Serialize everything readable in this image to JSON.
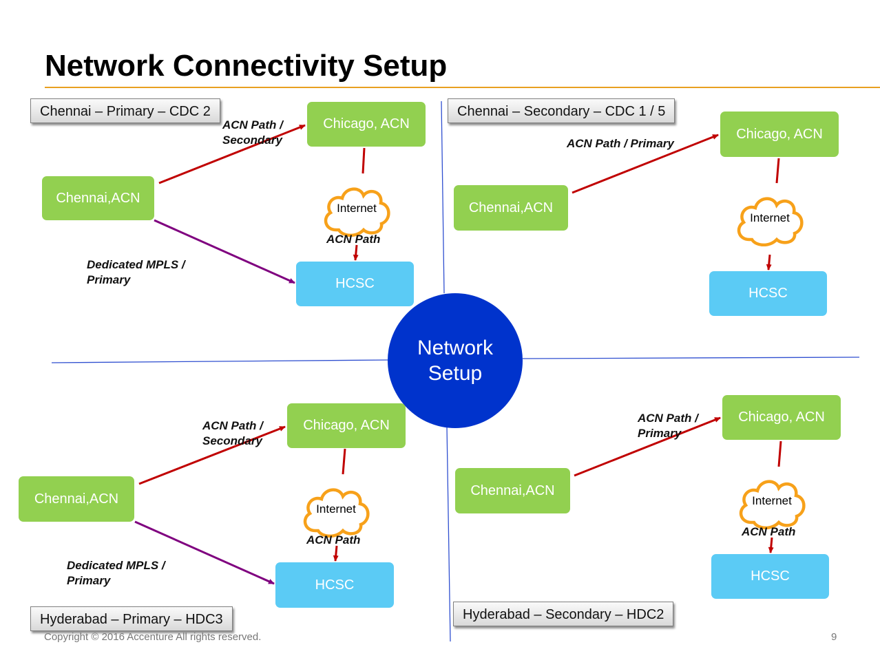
{
  "slide": {
    "title": "Network Connectivity Setup",
    "footer": "Copyright © 2016 Accenture  All rights reserved.",
    "page_number": "9"
  },
  "center": {
    "line1": "Network",
    "line2": "Setup"
  },
  "quadrants": {
    "top_left": {
      "label": "Chennai – Primary – CDC 2",
      "source": "Chennai,ACN",
      "gateway": "Chicago, ACN",
      "cloud": "Internet",
      "target": "HCSC",
      "gateway_path": "ACN Path /\nSecondary",
      "internet_path": "ACN Path",
      "mpls_path": "Dedicated MPLS /\nPrimary"
    },
    "top_right": {
      "label": "Chennai – Secondary – CDC 1 / 5",
      "source": "Chennai,ACN",
      "gateway": "Chicago, ACN",
      "cloud": "Internet",
      "target": "HCSC",
      "gateway_path": "ACN Path / Primary"
    },
    "bottom_left": {
      "label": "Hyderabad – Primary – HDC3",
      "source": "Chennai,ACN",
      "gateway": "Chicago, ACN",
      "cloud": "Internet",
      "target": "HCSC",
      "gateway_path": "ACN Path /\nSecondary",
      "internet_path": "ACN Path",
      "mpls_path": "Dedicated MPLS /\nPrimary"
    },
    "bottom_right": {
      "label": "Hyderabad – Secondary – HDC2",
      "source": "Chennai,ACN",
      "gateway": "Chicago, ACN",
      "cloud": "Internet",
      "target": "HCSC",
      "gateway_path": "ACN Path /\nPrimary",
      "internet_path": "ACN Path"
    }
  },
  "colors": {
    "title_rule": "#e8a020",
    "site_box": "#92d050",
    "hcsc_box": "#5bcbf5",
    "center_circle": "#0033cc",
    "acn_arrow": "#c00000",
    "mpls_arrow": "#7f007f",
    "divider": "#2f4fd0",
    "cloud_outline": "#f7a11a"
  }
}
